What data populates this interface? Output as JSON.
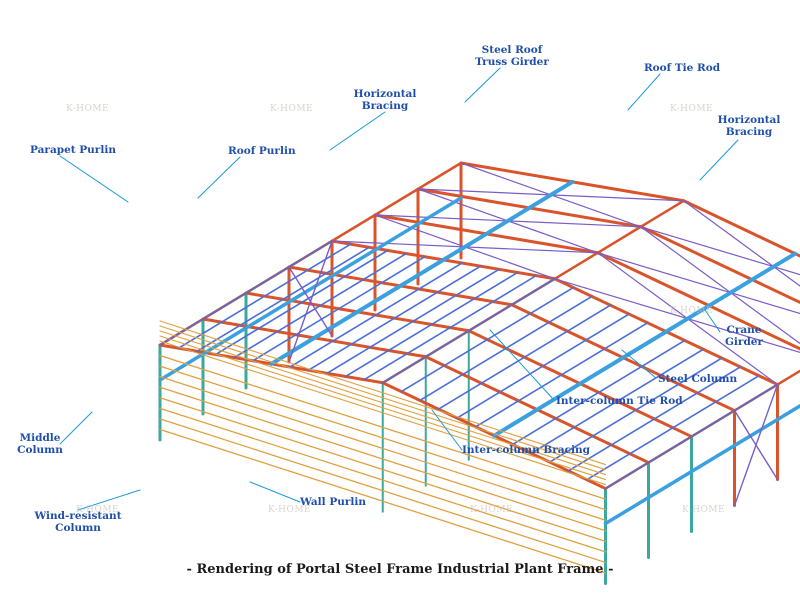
{
  "labels": {
    "steel_roof_truss_girder": [
      "Steel Roof",
      "Truss Girder"
    ],
    "roof_tie_rod": "Roof Tie Rod",
    "horizontal_bracing_top": [
      "Horizontal",
      "Bracing"
    ],
    "horizontal_bracing_right": [
      "Horizontal",
      "Bracing"
    ],
    "parapet_purlin": "Parapet Purlin",
    "roof_purlin": "Roof Purlin",
    "crane_girder": [
      "Crane",
      "Girder"
    ],
    "steel_column": "Steel Column",
    "inter_column_tie_rod": "Inter-column Tie Rod",
    "inter_column_bracing": "Inter-column Bracing",
    "middle_column": [
      "Middle",
      "Column"
    ],
    "wind_resistant_column": [
      "Wind-resistant",
      "Column"
    ],
    "wall_purlin": "Wall Purlin"
  },
  "watermark": "K-HOME",
  "caption": "- Rendering of Portal Steel Frame Industrial Plant Frame -",
  "colors": {
    "label": "#1f4fa8",
    "leader": "#1a9ad6",
    "steel_frame": "#d9542b",
    "purlin": "#4a6fd6",
    "bracing": "#7a5cc8",
    "tie_rod": "#3aa0e0",
    "column_teal": "#3aa7a0",
    "parapet": "#e0a040"
  }
}
